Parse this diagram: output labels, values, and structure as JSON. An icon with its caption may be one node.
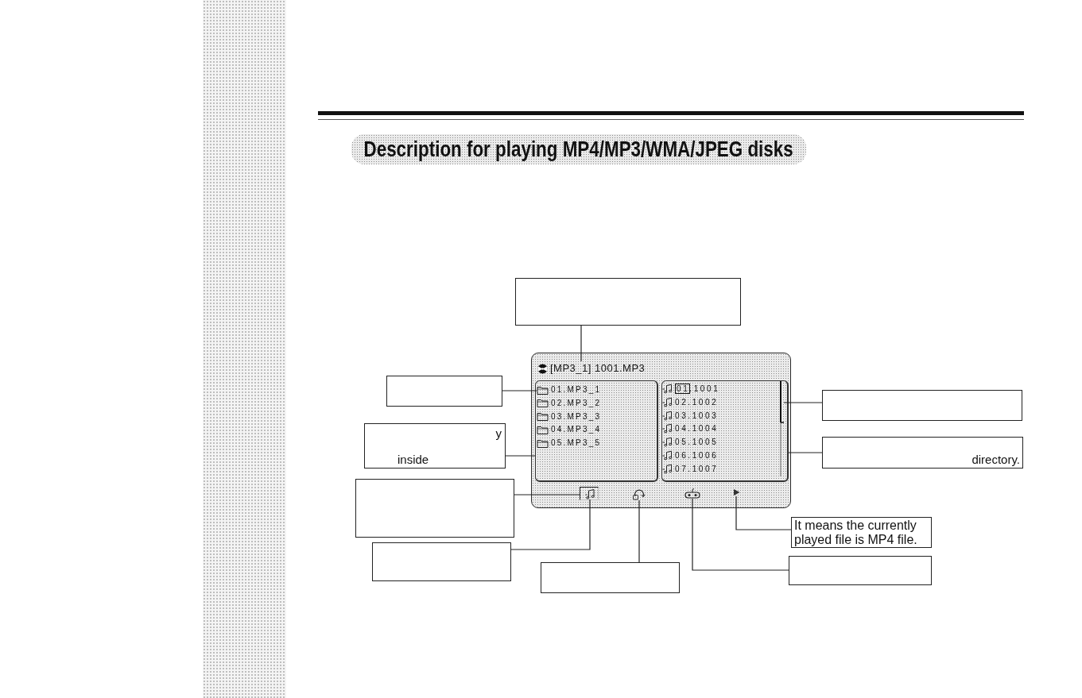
{
  "diagram": {
    "title": "Description for playing MP4/MP3/WMA/JPEG disks",
    "nodes": [
      {
        "text": [],
        "shape": "box"
      },
      {
        "text": [],
        "shape": "box"
      },
      {
        "text": [
          "[MP3_1] 1001.MP3"
        ],
        "in": 1
      },
      {
        "text": [],
        "shape": "box",
        "in": 1
      },
      {
        "text": [
          "01.MP3_1"
        ],
        "in": 3
      },
      {
        "text": [
          "02.MP3_2"
        ],
        "in": 3
      },
      {
        "text": [
          "03.MP3_3"
        ],
        "in": 3
      },
      {
        "text": [
          "04.MP3_4"
        ],
        "in": 3
      },
      {
        "text": [
          "05.MP3_5"
        ],
        "in": 3
      },
      {
        "text": [],
        "shape": "box",
        "in": 1
      },
      {
        "text": [
          "01.1001"
        ],
        "in": 9
      },
      {
        "text": [
          "02.1002"
        ],
        "in": 9
      },
      {
        "text": [
          "03.1003"
        ],
        "in": 9
      },
      {
        "text": [
          "04.1004"
        ],
        "in": 9
      },
      {
        "text": [
          "05.1005"
        ],
        "in": 9
      },
      {
        "text": [
          "06.1006"
        ],
        "in": 9
      },
      {
        "text": [
          "07.1007"
        ],
        "in": 9
      },
      {
        "text": [],
        "shape": "bar",
        "in": 9
      },
      {
        "text": [],
        "shape": "box",
        "in": 1
      },
      {
        "text": [],
        "shape": "picture",
        "in": 18
      },
      {
        "text": [],
        "shape": "picture",
        "in": 1
      },
      {
        "text": [],
        "shape": "picture",
        "in": 1
      },
      {
        "text": [],
        "shape": "triangle",
        "in": 1
      },
      {
        "text": [],
        "shape": "box"
      },
      {
        "text": [
          "y",
          "inside"
        ]
      },
      {
        "text": [],
        "shape": "box"
      },
      {
        "text": [],
        "shape": "box"
      },
      {
        "text": [],
        "shape": "box"
      },
      {
        "text": [
          "directory."
        ]
      },
      {
        "text": [
          "It means the currently played file is MP4 file."
        ]
      },
      {
        "text": [],
        "shape": "box"
      },
      {
        "text": [],
        "shape": "box"
      }
    ],
    "edges": [
      {
        "from": 0,
        "to": 2,
        "arrow": "none"
      },
      {
        "from": 23,
        "to": 4,
        "arrow": "none"
      },
      {
        "from": 24,
        "to": 3,
        "arrow": "none"
      },
      {
        "from": 25,
        "to": 18,
        "arrow": "none"
      },
      {
        "from": 26,
        "to": 19,
        "arrow": "none"
      },
      {
        "from": 27,
        "to": 17,
        "arrow": "none"
      },
      {
        "from": 28,
        "to": 9,
        "arrow": "none"
      },
      {
        "from": 29,
        "to": 22,
        "arrow": "none"
      },
      {
        "from": 30,
        "to": 20,
        "arrow": "none"
      },
      {
        "from": 31,
        "to": 21,
        "arrow": "none"
      }
    ]
  }
}
